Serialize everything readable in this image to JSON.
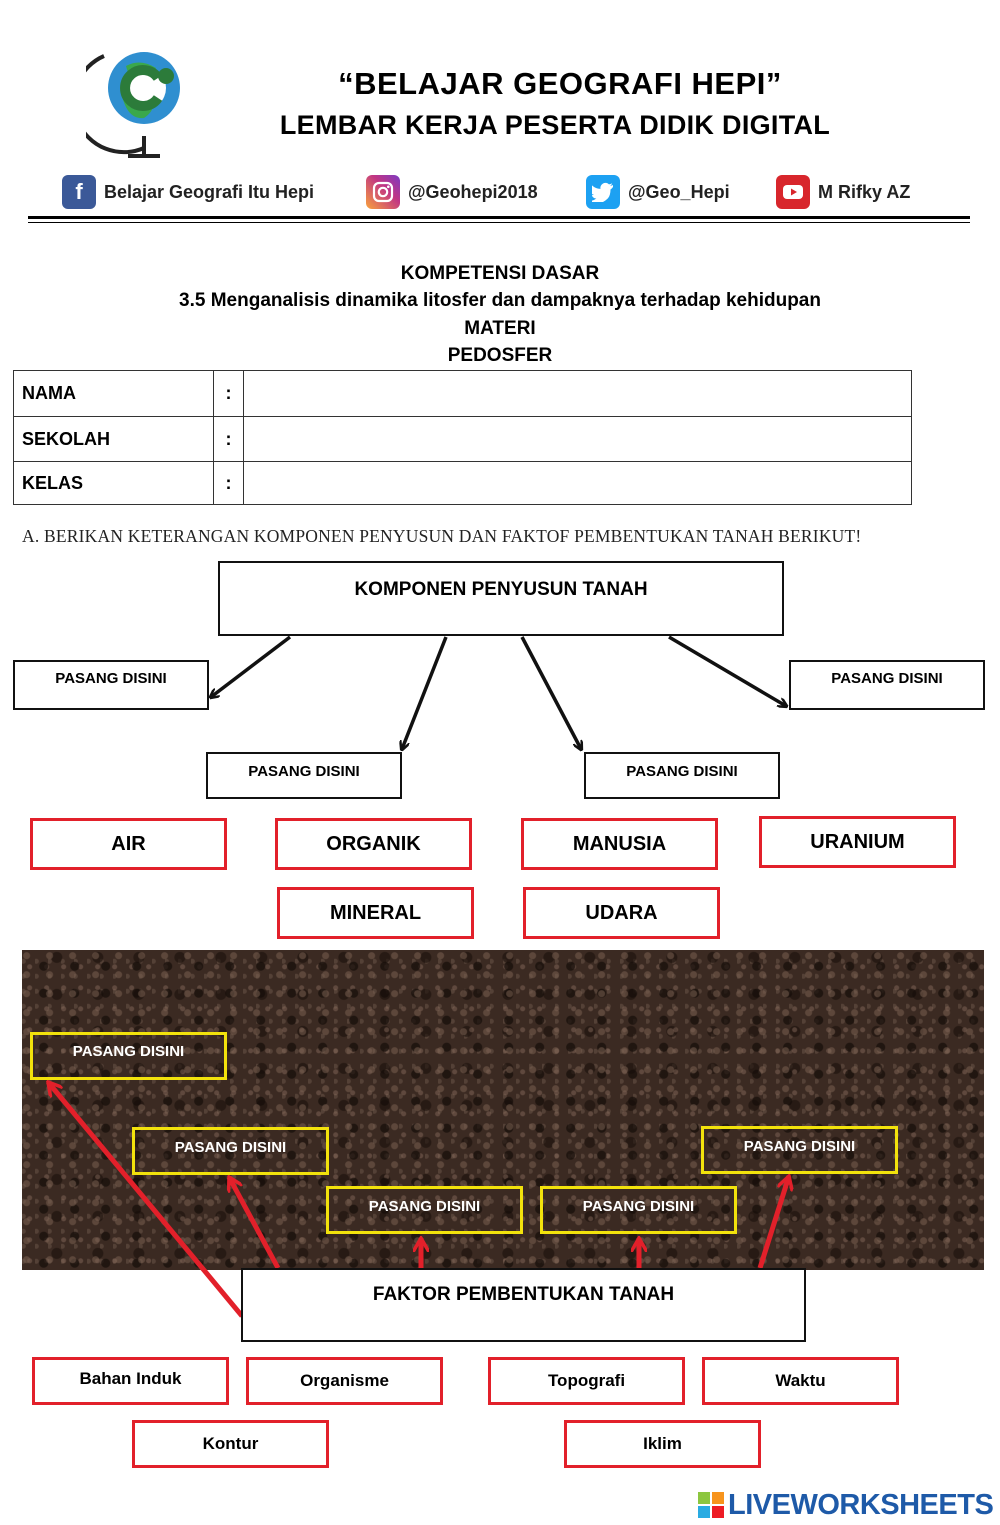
{
  "header": {
    "title": "“BELAJAR GEOGRAFI HEPI”",
    "subtitle": "LEMBAR KERJA PESERTA DIDIK DIGITAL",
    "social": [
      {
        "icon": "facebook-icon",
        "label": "Belajar Geografi Itu Hepi",
        "color": "#3b5998"
      },
      {
        "icon": "instagram-icon",
        "label": "@Geohepi2018",
        "color": "#c13584"
      },
      {
        "icon": "twitter-icon",
        "label": "@Geo_Hepi",
        "color": "#1da1f2"
      },
      {
        "icon": "youtube-icon",
        "label": "M Rifky AZ",
        "color": "#d8262c"
      }
    ]
  },
  "kompetensi": {
    "heading": "KOMPETENSI DASAR",
    "kd": "3.5 Menganalisis dinamika litosfer dan dampaknya terhadap kehidupan",
    "materi_heading": "MATERI",
    "materi": "PEDOSFER"
  },
  "identity": {
    "rows": [
      {
        "label": "NAMA",
        "sep": ":",
        "value": ""
      },
      {
        "label": "SEKOLAH",
        "sep": ":",
        "value": ""
      },
      {
        "label": "KELAS",
        "sep": ":",
        "value": ""
      }
    ]
  },
  "instruction": "A.   BERIKAN KETERANGAN KOMPONEN PENYUSUN DAN FAKTOF PEMBENTUKAN TANAH  BERIKUT!",
  "komponen": {
    "title": "KOMPONEN PENYUSUN TANAH",
    "drop_label": "PASANG DISINI",
    "options": [
      "AIR",
      "ORGANIK",
      "MANUSIA",
      "URANIUM",
      "MINERAL",
      "UDARA"
    ]
  },
  "faktor": {
    "title": "FAKTOR PEMBENTUKAN TANAH",
    "drop_label": "PASANG DISINI",
    "options": [
      "Bahan Induk",
      "Organisme",
      "Topografi",
      "Waktu",
      "Kontur",
      "Iklim"
    ]
  },
  "colors": {
    "answer_border": "#e2202a",
    "drop_border_soil": "#f2e20c",
    "arrow_red": "#e2202a",
    "brand_blue": "#1e5aa8"
  },
  "footer": {
    "brand": "LIVEWORKSHEETS"
  }
}
